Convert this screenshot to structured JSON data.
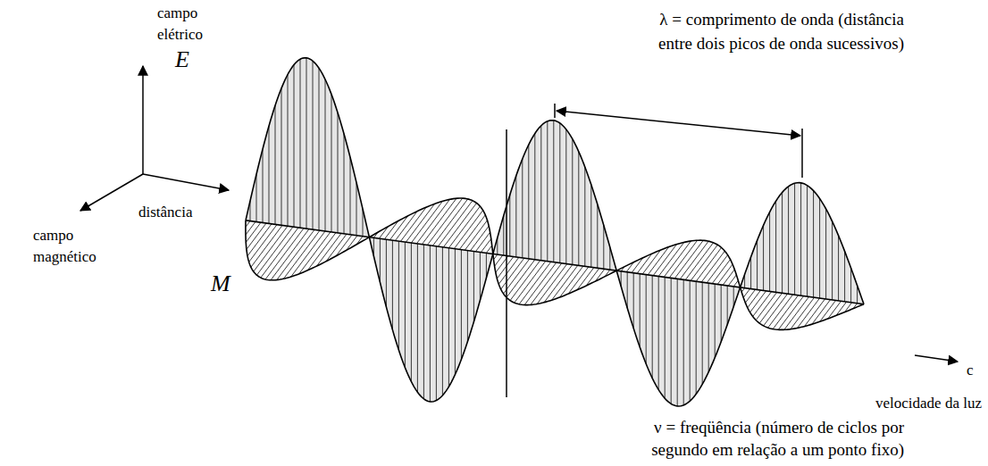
{
  "diagram": {
    "labels": [
      "campo elétrico",
      "campo magnético",
      "distância",
      "E",
      "M",
      "λ = comprimento de onda (distância entre dois picos de onda sucessivos)",
      "c",
      "velocidade da luz",
      "ν = freqüência (número de ciclos por segundo em relação a um ponto fixo)"
    ]
  }
}
